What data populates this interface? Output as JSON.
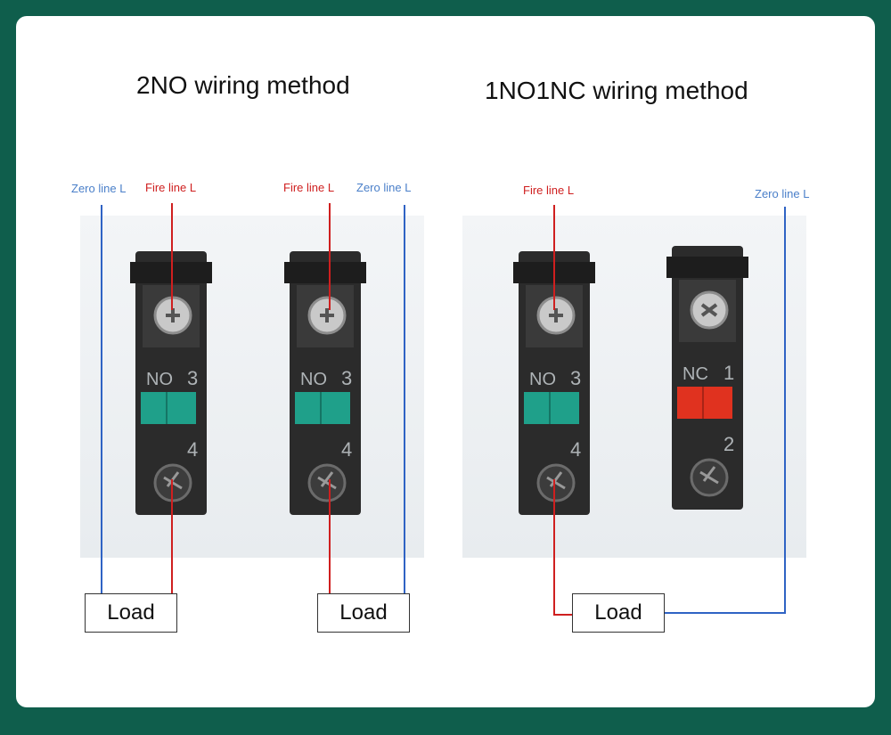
{
  "sections": {
    "left": {
      "title": "2NO wiring method"
    },
    "right": {
      "title": "1NO1NC wiring method"
    }
  },
  "labels": {
    "zero_line": "Zero line L",
    "fire_line": "Fire line L",
    "load": "Load"
  },
  "modules": [
    {
      "type_label": "NO",
      "top_terminal": "3",
      "bottom_terminal": "4",
      "indicator_color": "#1fa08a"
    },
    {
      "type_label": "NO",
      "top_terminal": "3",
      "bottom_terminal": "4",
      "indicator_color": "#1fa08a"
    },
    {
      "type_label": "NO",
      "top_terminal": "3",
      "bottom_terminal": "4",
      "indicator_color": "#1fa08a"
    },
    {
      "type_label": "NC",
      "top_terminal": "1",
      "bottom_terminal": "2",
      "indicator_color": "#e0321f"
    }
  ],
  "colors": {
    "background": "#0f5e4c",
    "zero_wire": "#2f63c4",
    "fire_wire": "#cf1f1f"
  }
}
